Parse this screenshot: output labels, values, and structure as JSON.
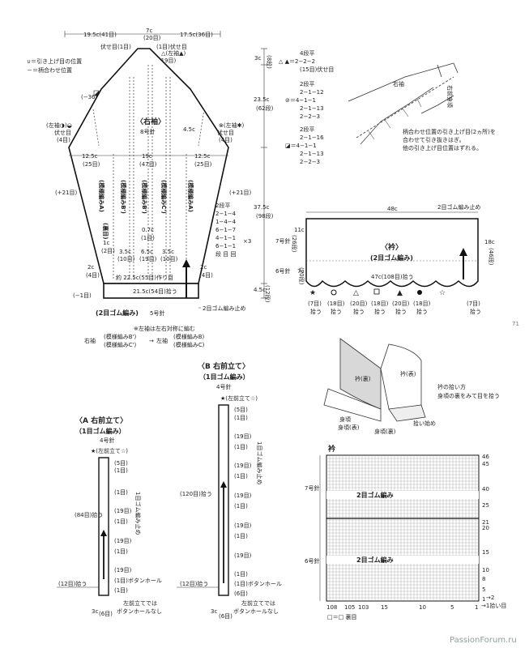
{
  "sleeve": {
    "dims_top": [
      "19.5c(41目)",
      "7c",
      "(20目)",
      "17.5c(36目)"
    ],
    "legend": [
      "∪＝引き上げ目の位置",
      "－＝柄合わせ位置"
    ],
    "labels_top": [
      "伏せ目(1目)",
      "(1目)伏せ目",
      "△(左袖▲)",
      "(−19目)",
      "(−36目)"
    ],
    "left_mark": "(左袖◑)◒",
    "right_mark": "⊗(左袖✱)",
    "bindoff": "伏せ目",
    "four_row": "(4目)",
    "title": "〈右袖〉",
    "needle": "8号針",
    "widths": [
      "12.5c",
      "(25目)",
      "19c",
      "(47目)",
      "12.5c",
      "(25目)",
      "4.5c"
    ],
    "side_inc": "(+21目)",
    "patterns": [
      "(模様編みA)",
      "(模様編みB')",
      "(模様編みB')",
      "(模様編みC')",
      "(模様編みA)"
    ],
    "ura": "(裏目)",
    "small_dims": [
      "1c",
      "(2目)",
      "0.7c",
      "(1目)",
      "2c",
      "(4目)",
      "2c",
      "(4目)"
    ],
    "bottom_parts": [
      "3.5c",
      "(10目)",
      "6.5c",
      "(19目)",
      "3.5c",
      "(10目)"
    ],
    "bottom_row": "約 22.5c(55目)作り目",
    "minus_one": "(−1目)",
    "cuff_width": "21.5c(54目)拾う",
    "cuff_label": "(2目ゴム編み)",
    "cuff_needle": "5号針",
    "cuff_end": "2目ゴム編み止め",
    "height_dims": [
      "3c",
      "(8段)",
      "23.5c",
      "(62段)",
      "37.5c",
      "(98段)",
      "4.5c",
      "(12段)"
    ],
    "rule1_head": "4段平",
    "rule1": [
      "△ ▲＝2−2−2",
      "(15目)伏せ目"
    ],
    "rule2_head": "2段平",
    "rule2": [
      "2−1−12",
      "⊘＝4−1−1",
      "2−1−13",
      "2−2−3"
    ],
    "rule3_head": "2段平",
    "rule3": [
      "2−1−16",
      "◪＝4−1−1",
      "2−1−13",
      "2−2−3"
    ],
    "inc_head": "2段平",
    "inc_rule": [
      "2−1−4",
      "1−4−4",
      "6−1−7",
      "4−1−1",
      "6−1−1"
    ],
    "inc_times": "×3",
    "inc_tail": "段 目 回",
    "note": "※左袖は左右対称に編む",
    "swap_left": [
      "右袖",
      "(模様編みB')",
      "(模様編みC')"
    ],
    "swap_right": [
      "左袖",
      "(模様編みB)",
      "(模様編みC)"
    ]
  },
  "yoke_note": {
    "sleeve": "右袖",
    "body": "右前身頃",
    "text": [
      "柄合わせ位置の引き上げ目(2ヵ所)を",
      "合わせて引き抜きはぎ。",
      "他の引き上げ目位置はずれる。"
    ]
  },
  "collar": {
    "top": "48c",
    "top_end": "2目ゴム編み止め",
    "left_dims": [
      "11c",
      "(26段)",
      "7号針",
      "7c",
      "(20段)",
      "6号針"
    ],
    "right_dims": [
      "18c",
      "(46段)"
    ],
    "title": "〈衿〉",
    "subtitle": "(2目ゴム編み)",
    "bottom": "47c(108目)拾う",
    "picks": [
      "(7目)",
      "拾う",
      "(18目)",
      "拾う",
      "(20目)",
      "拾う",
      "(18目)",
      "拾う",
      "(20目)",
      "拾う",
      "(18目)",
      "拾う",
      "(7目)",
      "拾う"
    ],
    "page": "71"
  },
  "collar_pickup": {
    "ura": "衿(裏)",
    "omote": "衿(表)",
    "front_omote": "身頃(表)",
    "front_ura": "身頃(裏)",
    "start": "拾い始め",
    "how": [
      "衿の拾い方",
      "身頃の裏をみて目を拾う"
    ]
  },
  "band_a": {
    "title": "〈A 右前立て〉",
    "stitch": "（1目ゴム編み）",
    "needle": "4号針",
    "star": "★(左前立て☆)",
    "ones": [
      "(5目)",
      "(1目)",
      "(1目)",
      "(19目)",
      "(1目)",
      "(19目)",
      "(1目)",
      "(19目)",
      "(1目)",
      "(1目)ボタンホール",
      "(1目)"
    ],
    "pick": "(84目)拾う",
    "pick2": "(12目)拾う",
    "edge": "1目ゴム編み止め",
    "width": "3c",
    "width2": "(6目)",
    "note": [
      "左前立てでは",
      "ボタンホールなし"
    ]
  },
  "band_b": {
    "title": "〈B 右前立て〉",
    "stitch": "（1目ゴム編み）",
    "needle": "4号針",
    "star": "★(左前立て☆)",
    "ones": [
      "(5目)",
      "(1目)",
      "(19目)",
      "(1目)",
      "(19目)",
      "(1目)",
      "(19目)",
      "(1目)",
      "(19目)",
      "(1目)",
      "(19目)",
      "(1目)ボタンホール",
      "(1目)",
      "(6目)"
    ],
    "pick": "(120目)拾う",
    "pick2": "(12目)拾う",
    "edge": "1目ゴム編み止め",
    "width": "3c",
    "width2": "(6目)",
    "note": [
      "左前立てでは",
      "ボタンホールなし"
    ]
  },
  "chart": {
    "title": "衿",
    "row_labels": [
      "46",
      "45",
      "40",
      "25",
      "21",
      "20",
      "15",
      "10",
      "8",
      "5",
      "1"
    ],
    "band_label": "2目ゴム編み",
    "needle_top": "7号針",
    "needle_bottom": "6号針",
    "col_labels": [
      "108",
      "105",
      "103",
      "15",
      "10",
      "5",
      "1"
    ],
    "pickup": "→1拾い目",
    "arrow2": "→2",
    "legend": "□＝□ 裏目"
  },
  "footer": {
    "watermark": "PassionForum.ru"
  }
}
